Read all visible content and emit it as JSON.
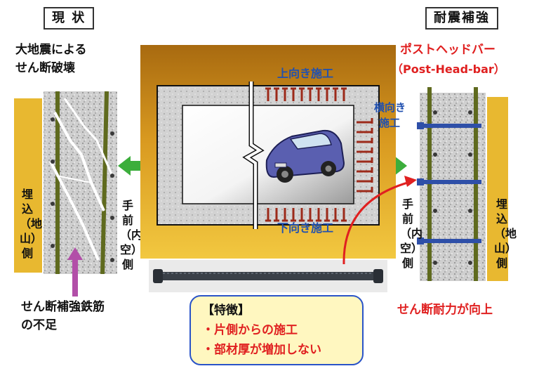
{
  "left": {
    "status_label": "現 状",
    "title_line1": "大地震による",
    "title_line2": "せん断破壊",
    "buried_side": [
      "埋",
      "込",
      "（地",
      "山）",
      "側"
    ],
    "front_side": [
      "手",
      "前",
      "（内",
      "空）",
      "側"
    ],
    "caption_line1": "せん断補強鉄筋",
    "caption_line2": "の不足"
  },
  "right": {
    "status_label": "耐震補強",
    "method_name": "ポストヘッドバー",
    "method_english": "（Post-Head-bar）",
    "buried_side": [
      "埋",
      "込",
      "（地",
      "山）",
      "側"
    ],
    "front_side": [
      "手",
      "前",
      "（内",
      "空）",
      "側"
    ],
    "caption": "せん断耐力が向上"
  },
  "center": {
    "upward_label": "上向き施工",
    "downward_label": "下向き施工",
    "sideways_label_line1": "横向き",
    "sideways_label_line2": "施工"
  },
  "features": {
    "heading": "【特徴】",
    "items": [
      "・片側からの施工",
      "・部材厚が増加しない"
    ]
  },
  "colors": {
    "soil": "#e8b830",
    "frame_dark": "#a86a10",
    "concrete": "#c8c8c8",
    "rebar_green": "#5f6a1e",
    "arrow_green": "#3cae3c",
    "bar_red": "#9c2a1a",
    "accent_red": "#e02020",
    "accent_blue": "#2050b0",
    "feature_bg": "#fff7c0",
    "feature_border": "#2a54c8"
  }
}
